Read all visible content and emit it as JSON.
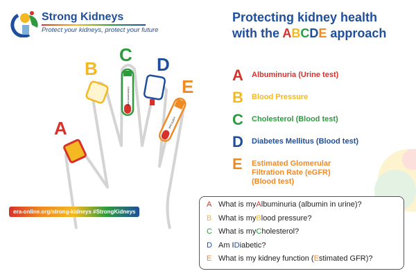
{
  "brand": {
    "name": "Strong Kidneys",
    "tagline": "Protect your kidneys, protect your future"
  },
  "title": {
    "line1": "Protecting kidney health",
    "line2_pre": "with the ",
    "line2_letters": [
      "A",
      "B",
      "C",
      "D",
      "E"
    ],
    "line2_post": " approach"
  },
  "colors": {
    "A": "#d6312b",
    "B": "#f4b822",
    "C": "#2e9a3e",
    "D": "#1f4e9c",
    "E": "#f08a24",
    "title": "#1f4e9c"
  },
  "hand_labels": {
    "cholesterol_tube": "Cholesterol test",
    "egfr_tube": "eGFR test"
  },
  "items": [
    {
      "letter": "A",
      "label": "Albuminuria (Urine test)"
    },
    {
      "letter": "B",
      "label": "Blood Pressure"
    },
    {
      "letter": "C",
      "label": "Cholesterol (Blood test)"
    },
    {
      "letter": "D",
      "label": "Diabetes Mellitus (Blood test)"
    },
    {
      "letter": "E",
      "label": "Estimated Glomerular Filtration Rate (eGFR) (Blood test)"
    }
  ],
  "url": "era-online.org/strong-kidneys #StrongKidneys",
  "questions": [
    {
      "letter": "A",
      "pre": "What is my ",
      "hl": "A",
      "post": "lbuminuria (albumin in urine)?"
    },
    {
      "letter": "B",
      "pre": "What is my ",
      "hl": "B",
      "post": "lood pressure?"
    },
    {
      "letter": "C",
      "pre": "What is my ",
      "hl": "C",
      "post": "holesterol?"
    },
    {
      "letter": "D",
      "pre": "Am I ",
      "hl": "D",
      "post": "iabetic?"
    },
    {
      "letter": "E",
      "pre": "What is my kidney function (",
      "hl": "E",
      "post": "stimated GFR)?"
    }
  ]
}
